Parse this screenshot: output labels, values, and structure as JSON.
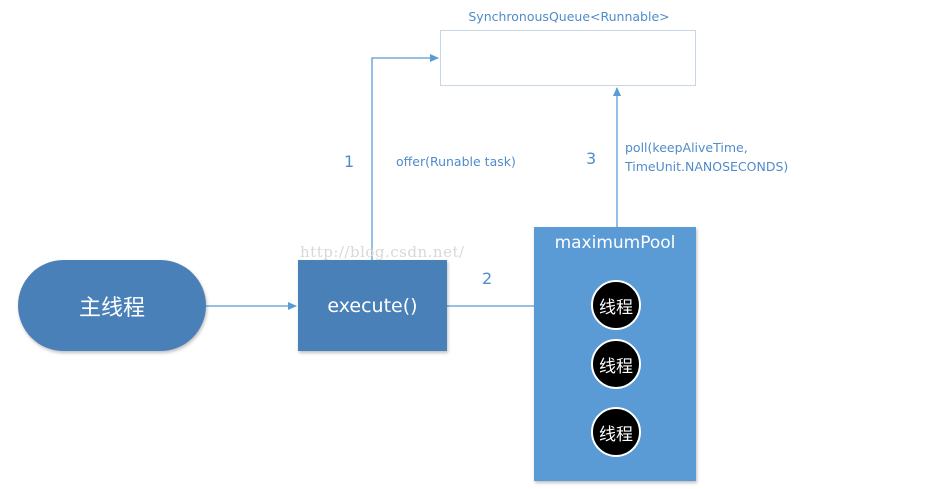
{
  "queue": {
    "title": "SynchronousQueue<Runnable>"
  },
  "nodes": {
    "main_thread": "主线程",
    "execute": "execute()",
    "pool": {
      "title": "maximumPool",
      "threads": [
        "线程",
        "线程",
        "线程"
      ]
    }
  },
  "edges": {
    "step1": {
      "number": "1",
      "label": "offer(Runable task)"
    },
    "step2": {
      "number": "2"
    },
    "step3": {
      "number": "3",
      "label_line1": "poll(keepAliveTime,",
      "label_line2": "TimeUnit.NANOSECONDS)"
    }
  },
  "watermark": "http://blog.csdn.net/",
  "colors": {
    "node_dark": "#4a80b8",
    "node_light": "#5b9bd5",
    "connector": "#5b9bd5",
    "text_accent": "#4f8ccb"
  }
}
